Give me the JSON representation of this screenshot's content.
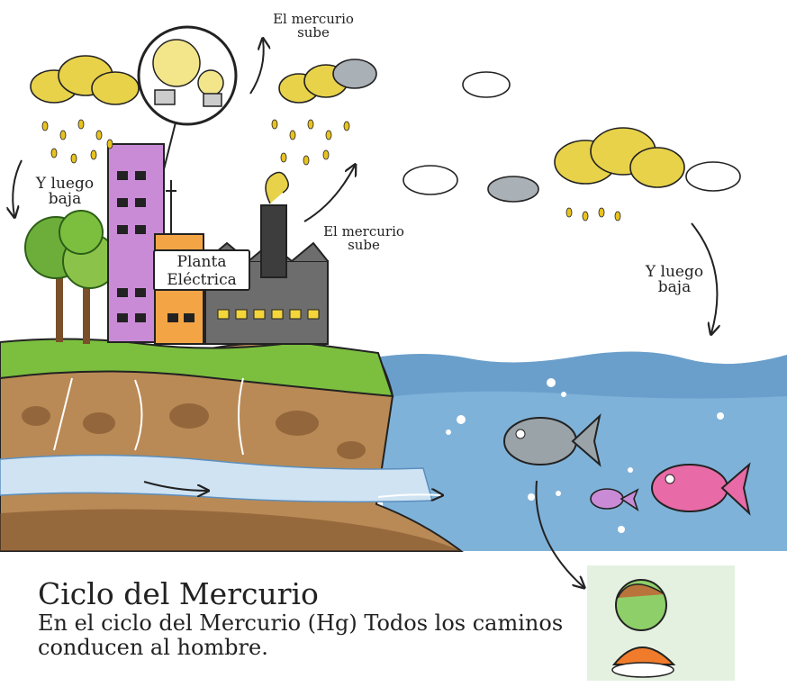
{
  "labels": {
    "mercury_rises_top": [
      "El mercurio",
      "sube"
    ],
    "mercury_rises_mid": [
      "El mercurio",
      "sube"
    ],
    "then_falls_left": [
      "Y luego",
      "baja"
    ],
    "then_falls_right": [
      "Y luego",
      "baja"
    ],
    "power_plant_sign": [
      "Planta",
      "Eléctrica"
    ]
  },
  "caption": {
    "title": "Ciclo del Mercurio",
    "subtitle": "En el ciclo del Mercurio (Hg) Todos los caminos conducen al hombre."
  },
  "colors": {
    "sky": "#ffffff",
    "cloud_yellow": "#e8d24a",
    "cloud_gray": "#a9b0b6",
    "sea": "#7fb2d9",
    "sea_dark": "#5b8fbf",
    "grass": "#7cbf3f",
    "soil": "#b98a55",
    "soil_dark": "#7a4f2a",
    "groundwater": "#cfe3f3",
    "building_purple": "#c98bd6",
    "building_orange": "#f3a546",
    "factory_gray": "#6d6d6d",
    "fish_gray": "#9aa3a8",
    "fish_pink": "#e86aa6",
    "person_face": "#8fcf6a",
    "person_shirt": "#f07b2b"
  }
}
